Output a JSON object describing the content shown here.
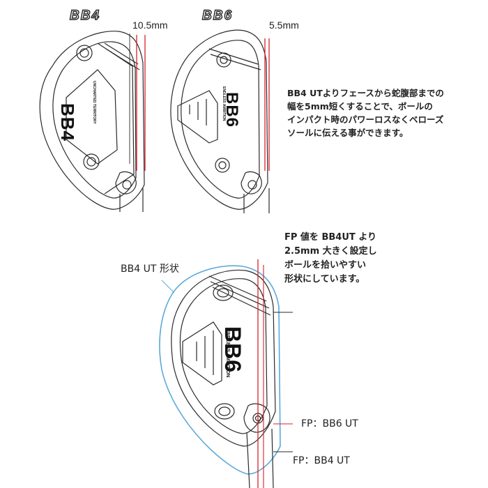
{
  "top_left": {
    "model": "BB4",
    "dimension": "10.5mm",
    "head_text": "BB4",
    "head_subtext": "UNCHARTED TERRITORY"
  },
  "top_right": {
    "model": "BB6",
    "dimension": "5.5mm",
    "head_text": "BB6",
    "head_subtext": "ENDLESS AMBITION"
  },
  "description_1": [
    "BB4 UTよりフェースから蛇腹部までの",
    "幅を5mm短くすることで、ボールの",
    "インパクト時のパワーロスなくベローズ",
    "ソールに伝える事ができます。"
  ],
  "description_2": [
    "FP 値を BB4UT より",
    "2.5mm 大きく設定し",
    "ボールを拾いやすい",
    "形状にしています。"
  ],
  "bottom": {
    "outline_label": "BB4 UT 形状",
    "head_text": "BB6",
    "head_subtext": "ENDLESS AMBITION",
    "fp_bb6_label": "FP：BB6 UT",
    "fp_bb4_label": "FP：BB4 UT"
  },
  "colors": {
    "line": "#2a2a2a",
    "red_marker": "#d8202a",
    "blue_outline": "#5aa9d9"
  }
}
